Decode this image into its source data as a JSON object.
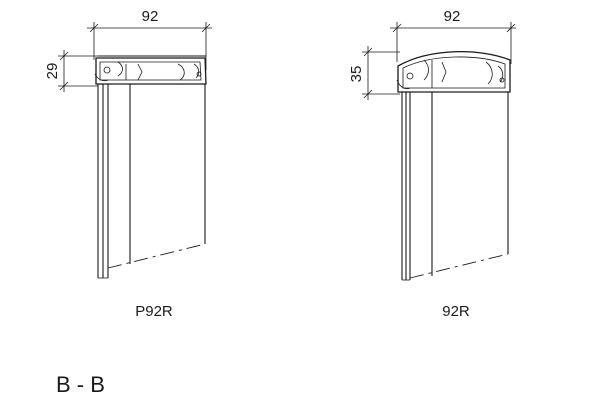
{
  "left_profile": {
    "width_dim": "92",
    "height_dim": "29",
    "caption": "P92R"
  },
  "right_profile": {
    "width_dim": "92",
    "height_dim": "35",
    "caption": "92R"
  },
  "section_label": "B - B"
}
